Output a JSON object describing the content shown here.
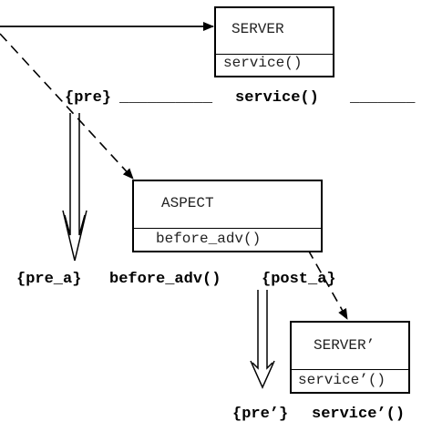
{
  "boxes": {
    "server": {
      "name": "SERVER",
      "operation": "service()"
    },
    "aspect": {
      "name": "ASPECT",
      "operation": "before_adv()"
    },
    "server_prime": {
      "name": "SERVER’",
      "operation": "service’()"
    }
  },
  "sequences": {
    "top": {
      "pre": "{pre}",
      "blank_1": "__________",
      "call": "service()",
      "blank_2": "_______"
    },
    "middle": {
      "pre_a": "{pre_a}",
      "call": "before_adv()",
      "post_a": "{post_a}"
    },
    "bottom": {
      "pre_prime": "{pre’}",
      "call": "service’()"
    }
  }
}
